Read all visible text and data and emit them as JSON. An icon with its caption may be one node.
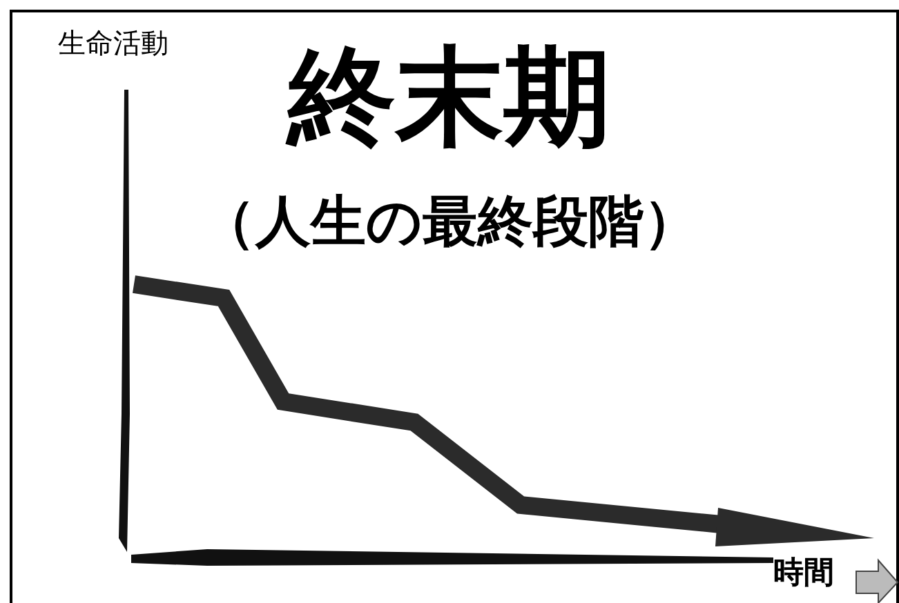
{
  "diagram": {
    "title": "終末期",
    "labels": [
      "生命活動",
      "（人生の最終段階）",
      "時間"
    ]
  }
}
